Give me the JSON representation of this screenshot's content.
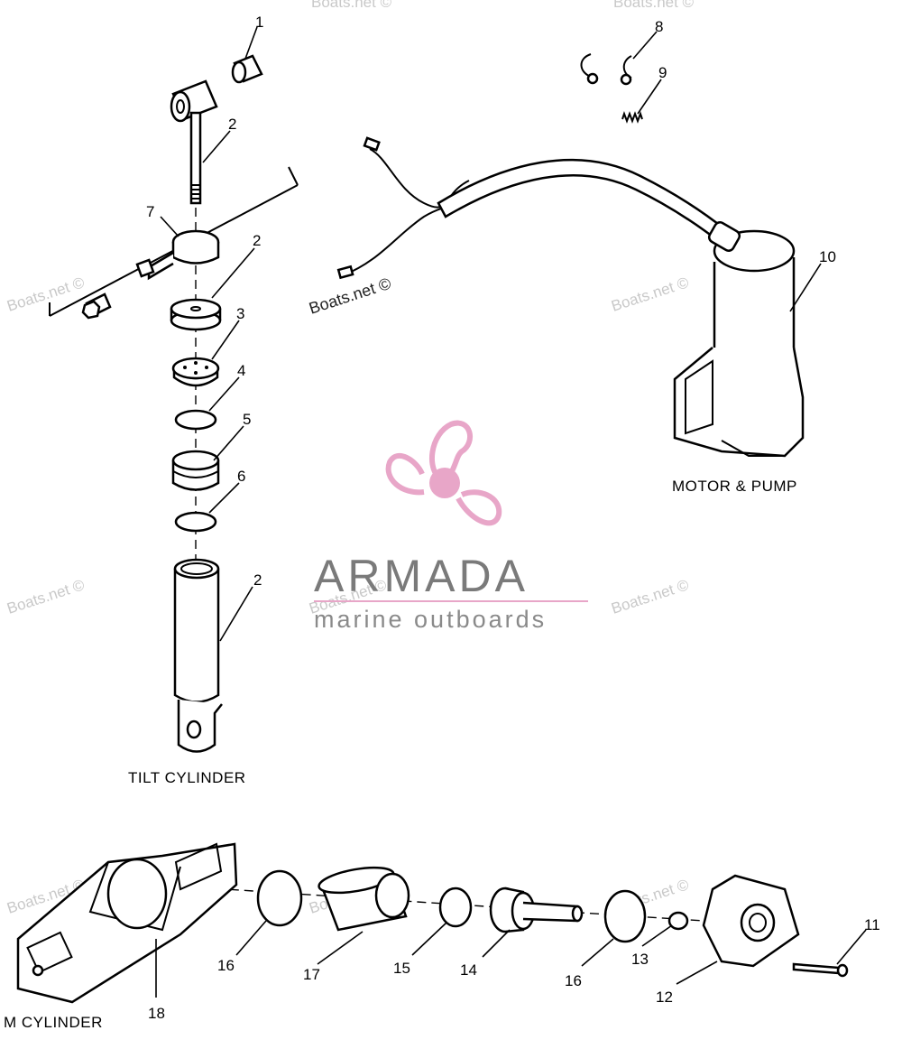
{
  "assemblies": {
    "tilt": "TILT CYLINDER",
    "motor": "MOTOR & PUMP",
    "trim": "M CYLINDER"
  },
  "callouts": {
    "n1": "1",
    "n2a": "2",
    "n2b": "2",
    "n2c": "2",
    "n3": "3",
    "n4": "4",
    "n5": "5",
    "n6": "6",
    "n7": "7",
    "n8": "8",
    "n9": "9",
    "n10": "10",
    "n11": "11",
    "n12": "12",
    "n13": "13",
    "n14": "14",
    "n15": "15",
    "n16a": "16",
    "n16b": "16",
    "n17": "17",
    "n18": "18"
  },
  "watermark": {
    "text": "Boats.net ©"
  },
  "brand": {
    "name": "ARMADA",
    "tagline": "marine outboards",
    "icon": "propeller-logo-icon",
    "accent": "#e8a6c8",
    "accent_dark": "#c97aa6"
  }
}
